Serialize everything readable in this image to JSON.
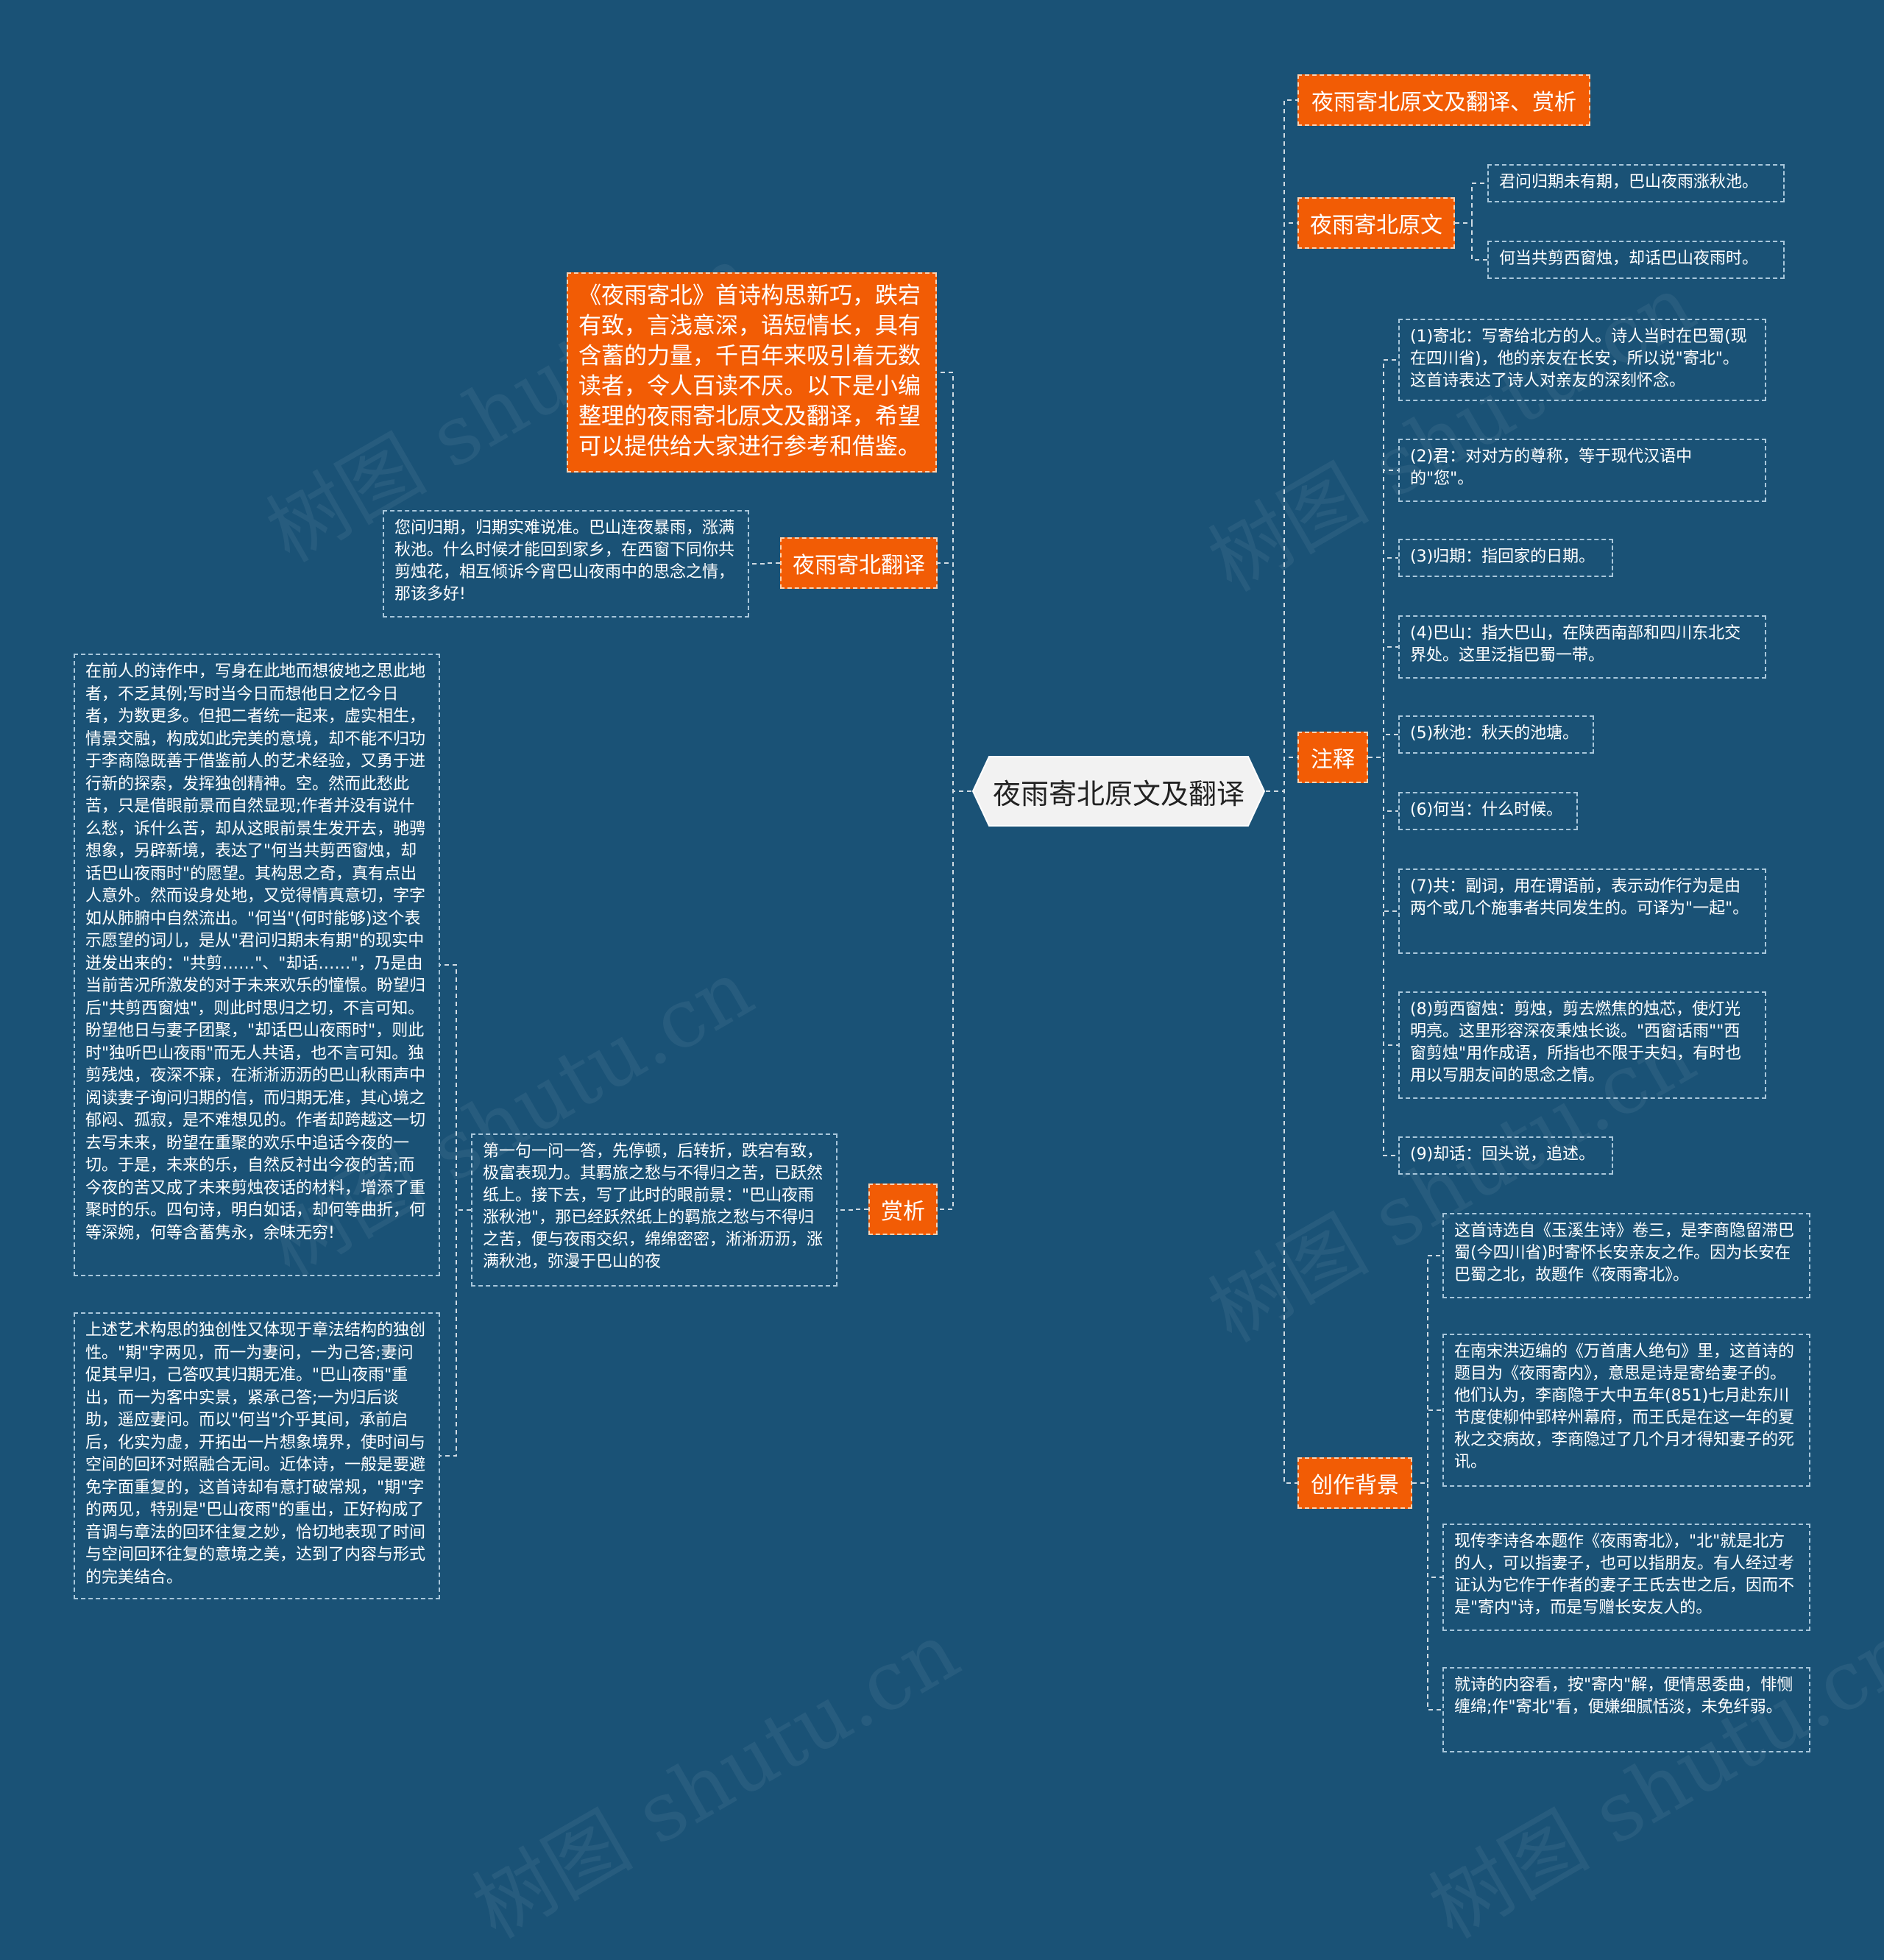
{
  "center": {
    "title": "夜雨寄北原文及翻译"
  },
  "right": [
    {
      "id": "r1",
      "label": "夜雨寄北原文及翻译、赏析",
      "children": []
    },
    {
      "id": "r2",
      "label": "夜雨寄北原文",
      "children": [
        "君问归期未有期，巴山夜雨涨秋池。",
        "何当共剪西窗烛，却话巴山夜雨时。"
      ]
    },
    {
      "id": "r3",
      "label": "注释",
      "children": [
        "(1)寄北：写寄给北方的人。诗人当时在巴蜀(现在四川省)，他的亲友在长安，所以说\"寄北\"。这首诗表达了诗人对亲友的深刻怀念。",
        "(2)君：对对方的尊称，等于现代汉语中的\"您\"。",
        "(3)归期：指回家的日期。",
        "(4)巴山：指大巴山，在陕西南部和四川东北交界处。这里泛指巴蜀一带。",
        "(5)秋池：秋天的池塘。",
        "(6)何当：什么时候。",
        "(7)共：副词，用在谓语前，表示动作行为是由两个或几个施事者共同发生的。可译为\"一起\"。",
        "(8)剪西窗烛：剪烛，剪去燃焦的烛芯，使灯光明亮。这里形容深夜秉烛长谈。\"西窗话雨\"\"西窗剪烛\"用作成语，所指也不限于夫妇，有时也用以写朋友间的思念之情。",
        "(9)却话：回头说，追述。"
      ]
    },
    {
      "id": "r4",
      "label": "创作背景",
      "children": [
        "这首诗选自《玉溪生诗》卷三，是李商隐留滞巴蜀(今四川省)时寄怀长安亲友之作。因为长安在巴蜀之北，故题作《夜雨寄北》。",
        "在南宋洪迈编的《万首唐人绝句》里，这首诗的题目为《夜雨寄内》，意思是诗是寄给妻子的。他们认为，李商隐于大中五年(851)七月赴东川节度使柳仲郢梓州幕府，而王氏是在这一年的夏秋之交病故，李商隐过了几个月才得知妻子的死讯。",
        "现传李诗各本题作《夜雨寄北》，\"北\"就是北方的人，可以指妻子，也可以指朋友。有人经过考证认为它作于作者的妻子王氏去世之后，因而不是\"寄内\"诗，而是写赠长安友人的。",
        "就诗的内容看，按\"寄内\"解，便情思委曲，悱恻缠绵;作\"寄北\"看，便嫌细腻恬淡，未免纤弱。"
      ]
    }
  ],
  "left": [
    {
      "id": "l1",
      "label": "《夜雨寄北》首诗构思新巧，跌宕有致，言浅意深，语短情长，具有含蓄的力量，千百年来吸引着无数读者，令人百读不厌。以下是小编整理的夜雨寄北原文及翻译，希望可以提供给大家进行参考和借鉴。",
      "children": []
    },
    {
      "id": "l2",
      "label": "夜雨寄北翻译",
      "children": [
        "您问归期，归期实难说准。巴山连夜暴雨，涨满秋池。什么时候才能回到家乡，在西窗下同你共剪烛花，相互倾诉今宵巴山夜雨中的思念之情，那该多好!"
      ]
    },
    {
      "id": "l3",
      "label": "赏析",
      "children": [
        "第一句一问一答，先停顿，后转折，跌宕有致，极富表现力。其羁旅之愁与不得归之苦，已跃然纸上。接下去，写了此时的眼前景：\"巴山夜雨涨秋池\"，那已经跃然纸上的羁旅之愁与不得归之苦，便与夜雨交织，绵绵密密，淅淅沥沥，涨满秋池，弥漫于巴山的夜"
      ]
    }
  ],
  "l3_subs": [
    "在前人的诗作中，写身在此地而想彼地之思此地者，不乏其例;写时当今日而想他日之忆今日者，为数更多。但把二者统一起来，虚实相生，情景交融，构成如此完美的意境，却不能不归功于李商隐既善于借鉴前人的艺术经验，又勇于进行新的探索，发挥独创精神。空。然而此愁此苦，只是借眼前景而自然显现;作者并没有说什么愁，诉什么苦，却从这眼前景生发开去，驰骋想象，另辟新境，表达了\"何当共剪西窗烛，却话巴山夜雨时\"的愿望。其构思之奇，真有点出人意外。然而设身处地，又觉得情真意切，字字如从肺腑中自然流出。\"何当\"(何时能够)这个表示愿望的词儿，是从\"君问归期未有期\"的现实中迸发出来的：\"共剪……\"、\"却话……\"，乃是由当前苦况所激发的对于未来欢乐的憧憬。盼望归后\"共剪西窗烛\"，则此时思归之切，不言可知。盼望他日与妻子团聚，\"却话巴山夜雨时\"，则此时\"独听巴山夜雨\"而无人共语，也不言可知。独剪残烛，夜深不寐，在淅淅沥沥的巴山秋雨声中阅读妻子询问归期的信，而归期无准，其心境之郁闷、孤寂，是不难想见的。作者却跨越这一切去写未来，盼望在重聚的欢乐中追话今夜的一切。于是，未来的乐，自然反衬出今夜的苦;而今夜的苦又成了未来剪烛夜话的材料，增添了重聚时的乐。四句诗，明白如话，却何等曲折，何等深婉，何等含蓄隽永，余味无穷!",
    "上述艺术构思的独创性又体现于章法结构的独创性。\"期\"字两见，而一为妻问，一为己答;妻问促其早归，己答叹其归期无准。\"巴山夜雨\"重出，而一为客中实景，紧承己答;一为归后谈助，遥应妻问。而以\"何当\"介乎其间，承前启后，化实为虚，开拓出一片想象境界，使时间与空间的回环对照融合无间。近体诗，一般是要避免字面重复的，这首诗却有意打破常规，\"期\"字的两见，特别是\"巴山夜雨\"的重出，正好构成了音调与章法的回环往复之妙，恰切地表现了时间与空间回环往复的意境之美，达到了内容与形式的完美结合。"
  ],
  "watermark": "树图 shutu.cn",
  "colors": {
    "background": "#1a5276",
    "accent": "#f25c05",
    "center_fill": "#f2f2f2",
    "line": "#d0dbe3"
  }
}
